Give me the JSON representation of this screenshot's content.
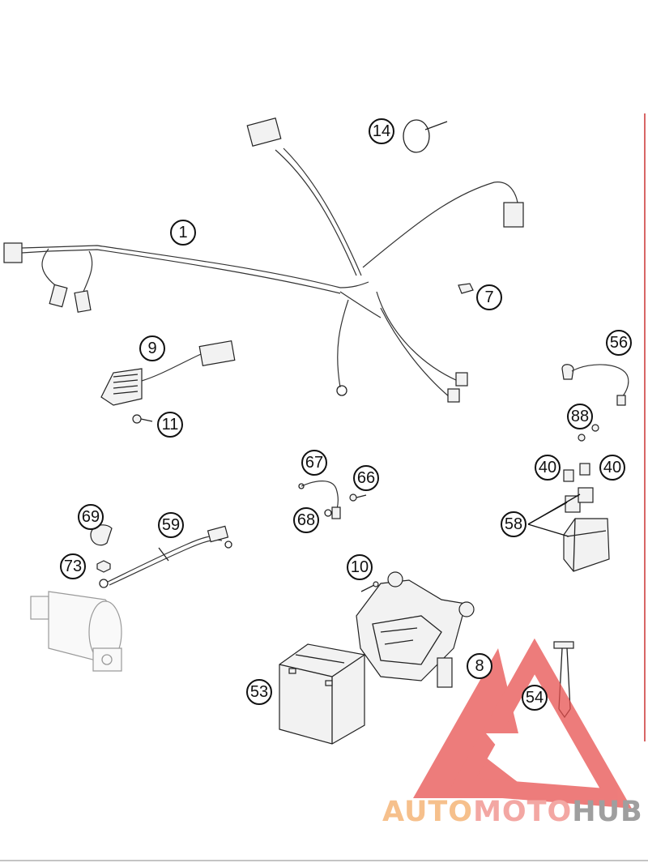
{
  "diagram": {
    "callouts": [
      "14",
      "1",
      "7",
      "9",
      "11",
      "56",
      "88",
      "40",
      "40",
      "67",
      "66",
      "69",
      "59",
      "68",
      "58",
      "73",
      "10",
      "8",
      "53",
      "54"
    ]
  },
  "watermark": {
    "part1": "AUTO",
    "part2": "MOTO",
    "part3": "HUB",
    "colors": {
      "triangle": "#e8514f",
      "auto": "#f6c08c",
      "moto": "#f3a7a3",
      "hub": "#9f9f9f"
    }
  }
}
